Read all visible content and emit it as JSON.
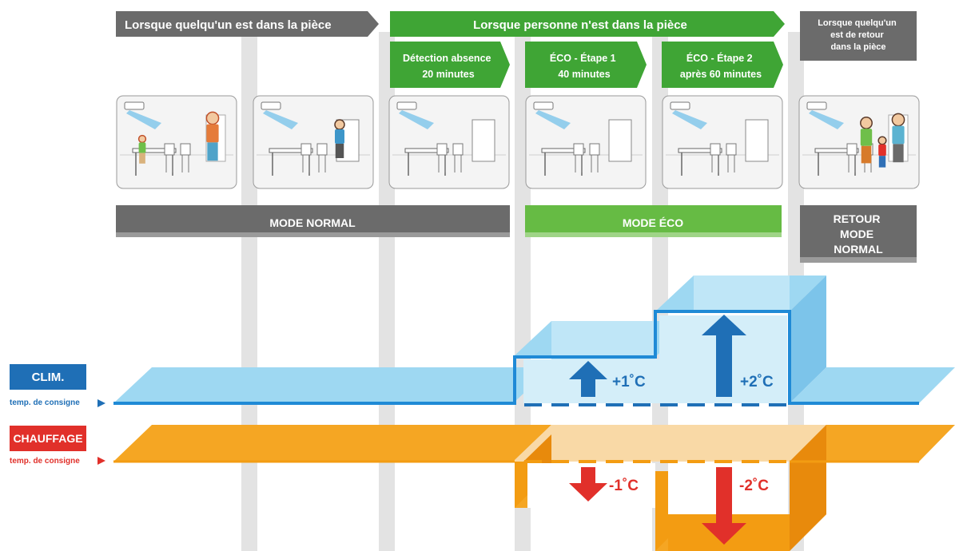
{
  "colors": {
    "gray_banner": "#6b6b6b",
    "green_banner": "#3fa535",
    "green_light": "#66bb44",
    "clim_blue": "#1f6fb6",
    "clim_light": "#8fd0f0",
    "chauffage_orange": "#f39c12",
    "chauffage_light": "#f8d39a",
    "chauffage_red": "#e1302a",
    "arrow_blue": "#1f6fb6",
    "arrow_red": "#e1302a"
  },
  "phases": {
    "present": "Lorsque quelqu'un est dans la pièce",
    "absent": "Lorsque personne n'est dans la pièce",
    "return_lines": [
      "Lorsque quelqu'un",
      "est de retour",
      "dans la pièce"
    ]
  },
  "steps": [
    {
      "lines": [
        "Détection absence",
        "20 minutes"
      ]
    },
    {
      "lines": [
        "ÉCO - Étape 1",
        "40 minutes"
      ]
    },
    {
      "lines": [
        "ÉCO - Étape 2",
        "après 60 minutes"
      ]
    }
  ],
  "modes": {
    "normal": "MODE NORMAL",
    "eco": "MODE ÉCO",
    "return_lines": [
      "RETOUR",
      "MODE",
      "NORMAL"
    ]
  },
  "rooms": [
    {
      "scene": "child-and-adult-in-room"
    },
    {
      "scene": "adult-leaving-room"
    },
    {
      "scene": "empty-room"
    },
    {
      "scene": "empty-room"
    },
    {
      "scene": "empty-room"
    },
    {
      "scene": "family-returns"
    }
  ],
  "clim": {
    "label": "CLIM.",
    "consigne": "temp. de consigne",
    "step1": "+1˚C",
    "step2": "+2˚C"
  },
  "chauffage": {
    "label": "CHAUFFAGE",
    "consigne": "temp. de consigne",
    "step1": "-1˚C",
    "step2": "-2˚C"
  }
}
